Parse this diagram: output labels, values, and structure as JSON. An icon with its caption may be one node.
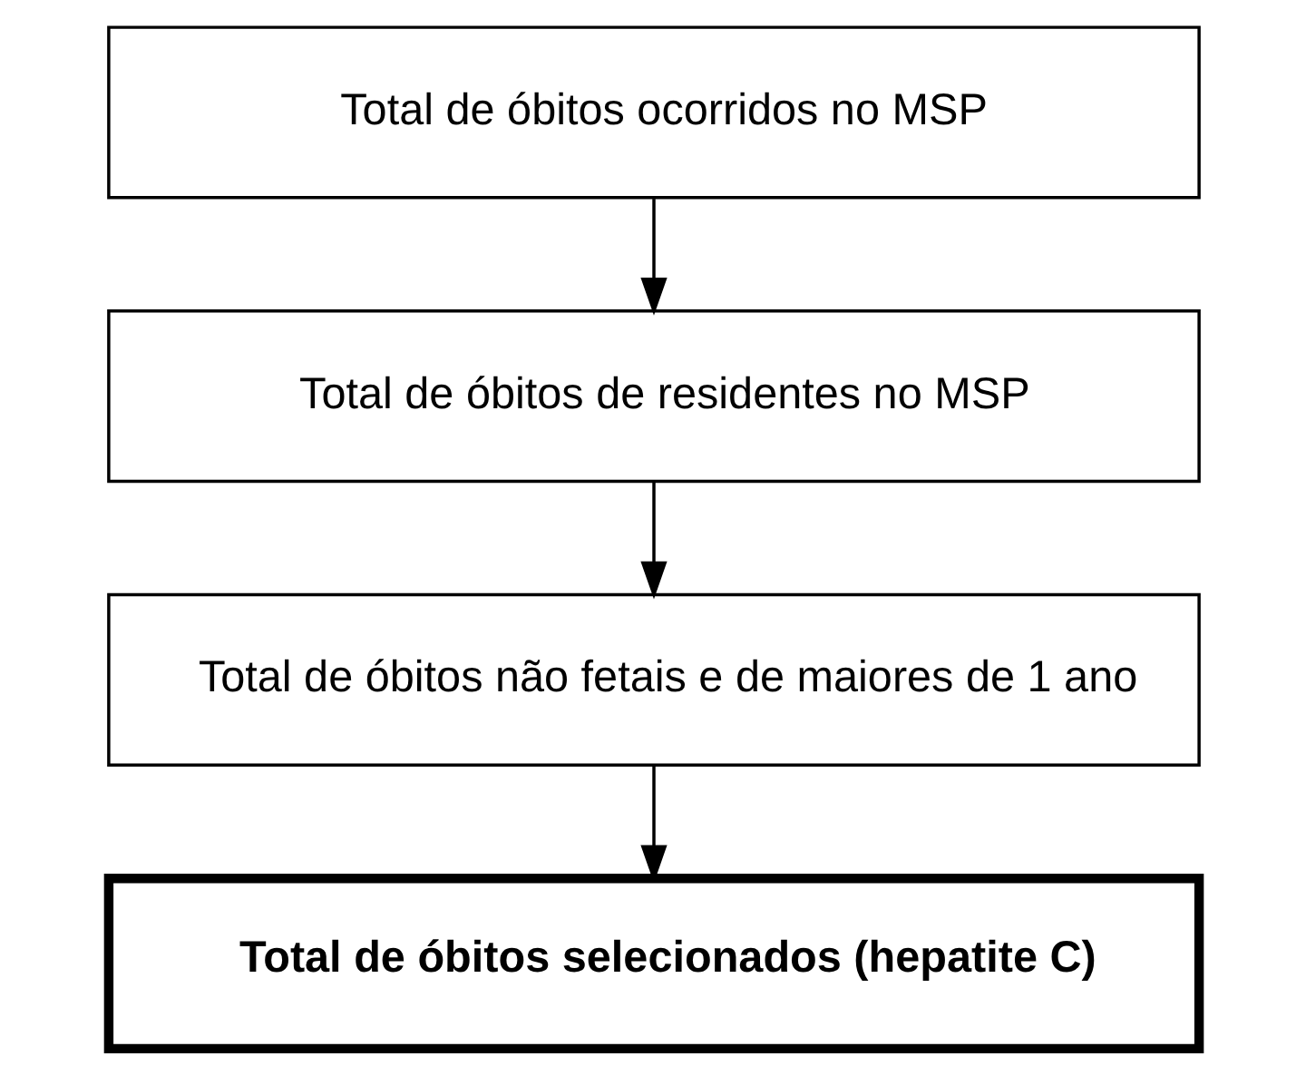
{
  "diagram": {
    "nodes": [
      {
        "text": [
          "Total de óbitos ocorridos no MSP"
        ]
      },
      {
        "text": [
          "Total de óbitos de residentes no MSP"
        ]
      },
      {
        "text": [
          "Total de óbitos não fetais e de maiores de 1 ano"
        ]
      },
      {
        "text": [
          "Total de óbitos selecionados (hepatite C)"
        ]
      }
    ],
    "edges": [
      {
        "from": 0,
        "to": 1,
        "arrow": "to"
      },
      {
        "from": 1,
        "to": 2,
        "arrow": "to"
      },
      {
        "from": 2,
        "to": 3,
        "arrow": "to"
      }
    ]
  }
}
